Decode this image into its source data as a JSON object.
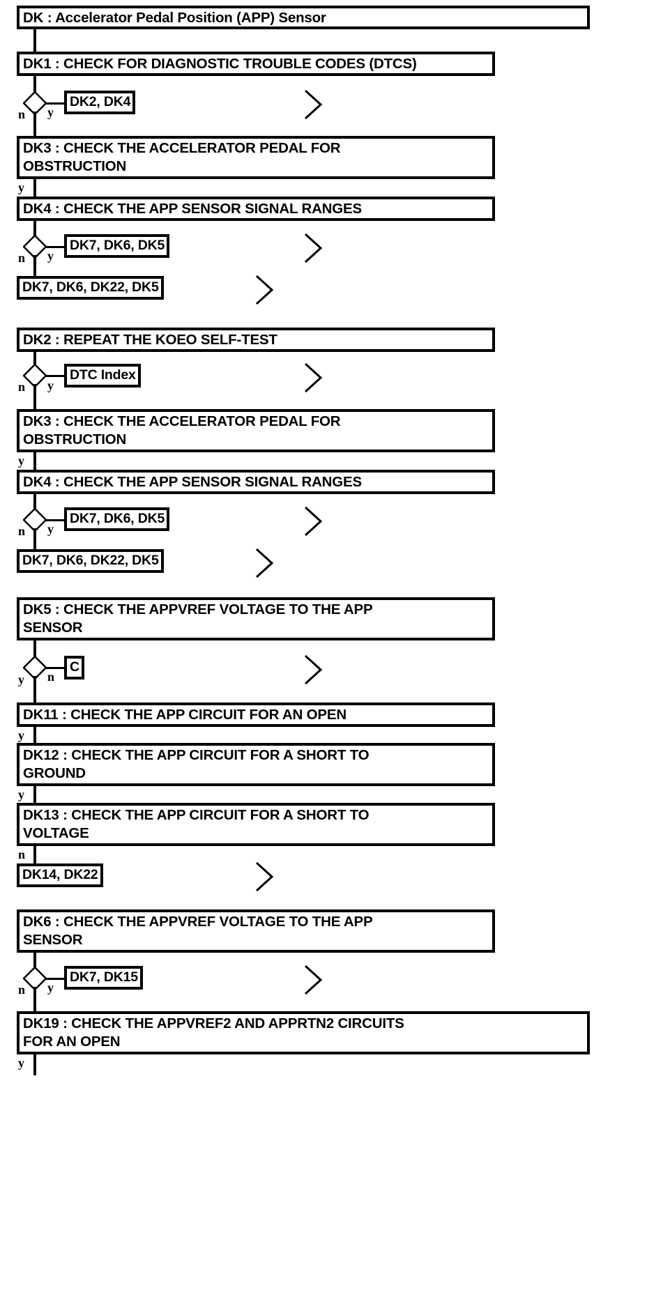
{
  "diagram": {
    "title": "DK : Accelerator Pedal Position (APP) Sensor",
    "type": "diagnostic-flowchart",
    "branch_yes": "y",
    "branch_no": "n",
    "icons": {
      "decision": "diamond-icon",
      "offpage": "chevron-right-icon"
    },
    "colors": {
      "line": "#000000",
      "background": "#ffffff",
      "text": "#000000"
    },
    "nodes": [
      {
        "id": "title",
        "kind": "step",
        "label": "DK : Accelerator Pedal Position (APP) Sensor"
      },
      {
        "id": "dk1",
        "kind": "step",
        "label": "DK1 : CHECK FOR DIAGNOSTIC TROUBLE CODES (DTCS)"
      },
      {
        "id": "ref1",
        "kind": "ref",
        "label": "DK2, DK4"
      },
      {
        "id": "dk3a",
        "kind": "step",
        "label": "DK3 : CHECK THE ACCELERATOR PEDAL FOR\nOBSTRUCTION"
      },
      {
        "id": "dk4a",
        "kind": "step",
        "label": "DK4 : CHECK THE APP SENSOR SIGNAL RANGES"
      },
      {
        "id": "ref2",
        "kind": "ref",
        "label": "DK7, DK6, DK5"
      },
      {
        "id": "ref3",
        "kind": "ref",
        "label": "DK7, DK6, DK22, DK5"
      },
      {
        "id": "dk2",
        "kind": "step",
        "label": "DK2 : REPEAT THE KOEO SELF-TEST"
      },
      {
        "id": "ref4",
        "kind": "ref",
        "label": "DTC Index"
      },
      {
        "id": "dk3b",
        "kind": "step",
        "label": "DK3 : CHECK THE ACCELERATOR PEDAL FOR\nOBSTRUCTION"
      },
      {
        "id": "dk4b",
        "kind": "step",
        "label": "DK4 : CHECK THE APP SENSOR SIGNAL RANGES"
      },
      {
        "id": "ref5",
        "kind": "ref",
        "label": "DK7, DK6, DK5"
      },
      {
        "id": "ref6",
        "kind": "ref",
        "label": "DK7, DK6, DK22, DK5"
      },
      {
        "id": "dk5",
        "kind": "step",
        "label": "DK5 : CHECK THE APPVREF VOLTAGE TO THE APP\nSENSOR"
      },
      {
        "id": "ref7",
        "kind": "ref",
        "label": "C"
      },
      {
        "id": "dk11",
        "kind": "step",
        "label": "DK11 : CHECK THE APP CIRCUIT FOR AN OPEN"
      },
      {
        "id": "dk12",
        "kind": "step",
        "label": "DK12 : CHECK THE APP CIRCUIT FOR A SHORT TO\nGROUND"
      },
      {
        "id": "dk13",
        "kind": "step",
        "label": "DK13 : CHECK THE APP CIRCUIT FOR A SHORT TO\nVOLTAGE"
      },
      {
        "id": "ref8",
        "kind": "ref",
        "label": "DK14, DK22"
      },
      {
        "id": "dk6",
        "kind": "step",
        "label": "DK6 : CHECK THE APPVREF VOLTAGE TO THE APP\nSENSOR"
      },
      {
        "id": "ref9",
        "kind": "ref",
        "label": "DK7, DK15"
      },
      {
        "id": "dk19",
        "kind": "step",
        "label": "DK19 : CHECK THE APPVREF2 AND APPRTN2 CIRCUITS\nFOR AN OPEN"
      }
    ],
    "branch_labels": {
      "b1_n": "n",
      "b1_y": "y",
      "b2_y": "y",
      "b3_n": "n",
      "b3_y": "y",
      "b4_n": "n",
      "b4_y": "y",
      "b5_y": "y",
      "b6_n": "n",
      "b6_y": "y",
      "b7_y": "y",
      "b7_n": "n",
      "b8_y": "y",
      "b9_y": "y",
      "b10_n": "n",
      "b11_n": "n",
      "b11_y": "y",
      "b12_y": "y"
    }
  }
}
